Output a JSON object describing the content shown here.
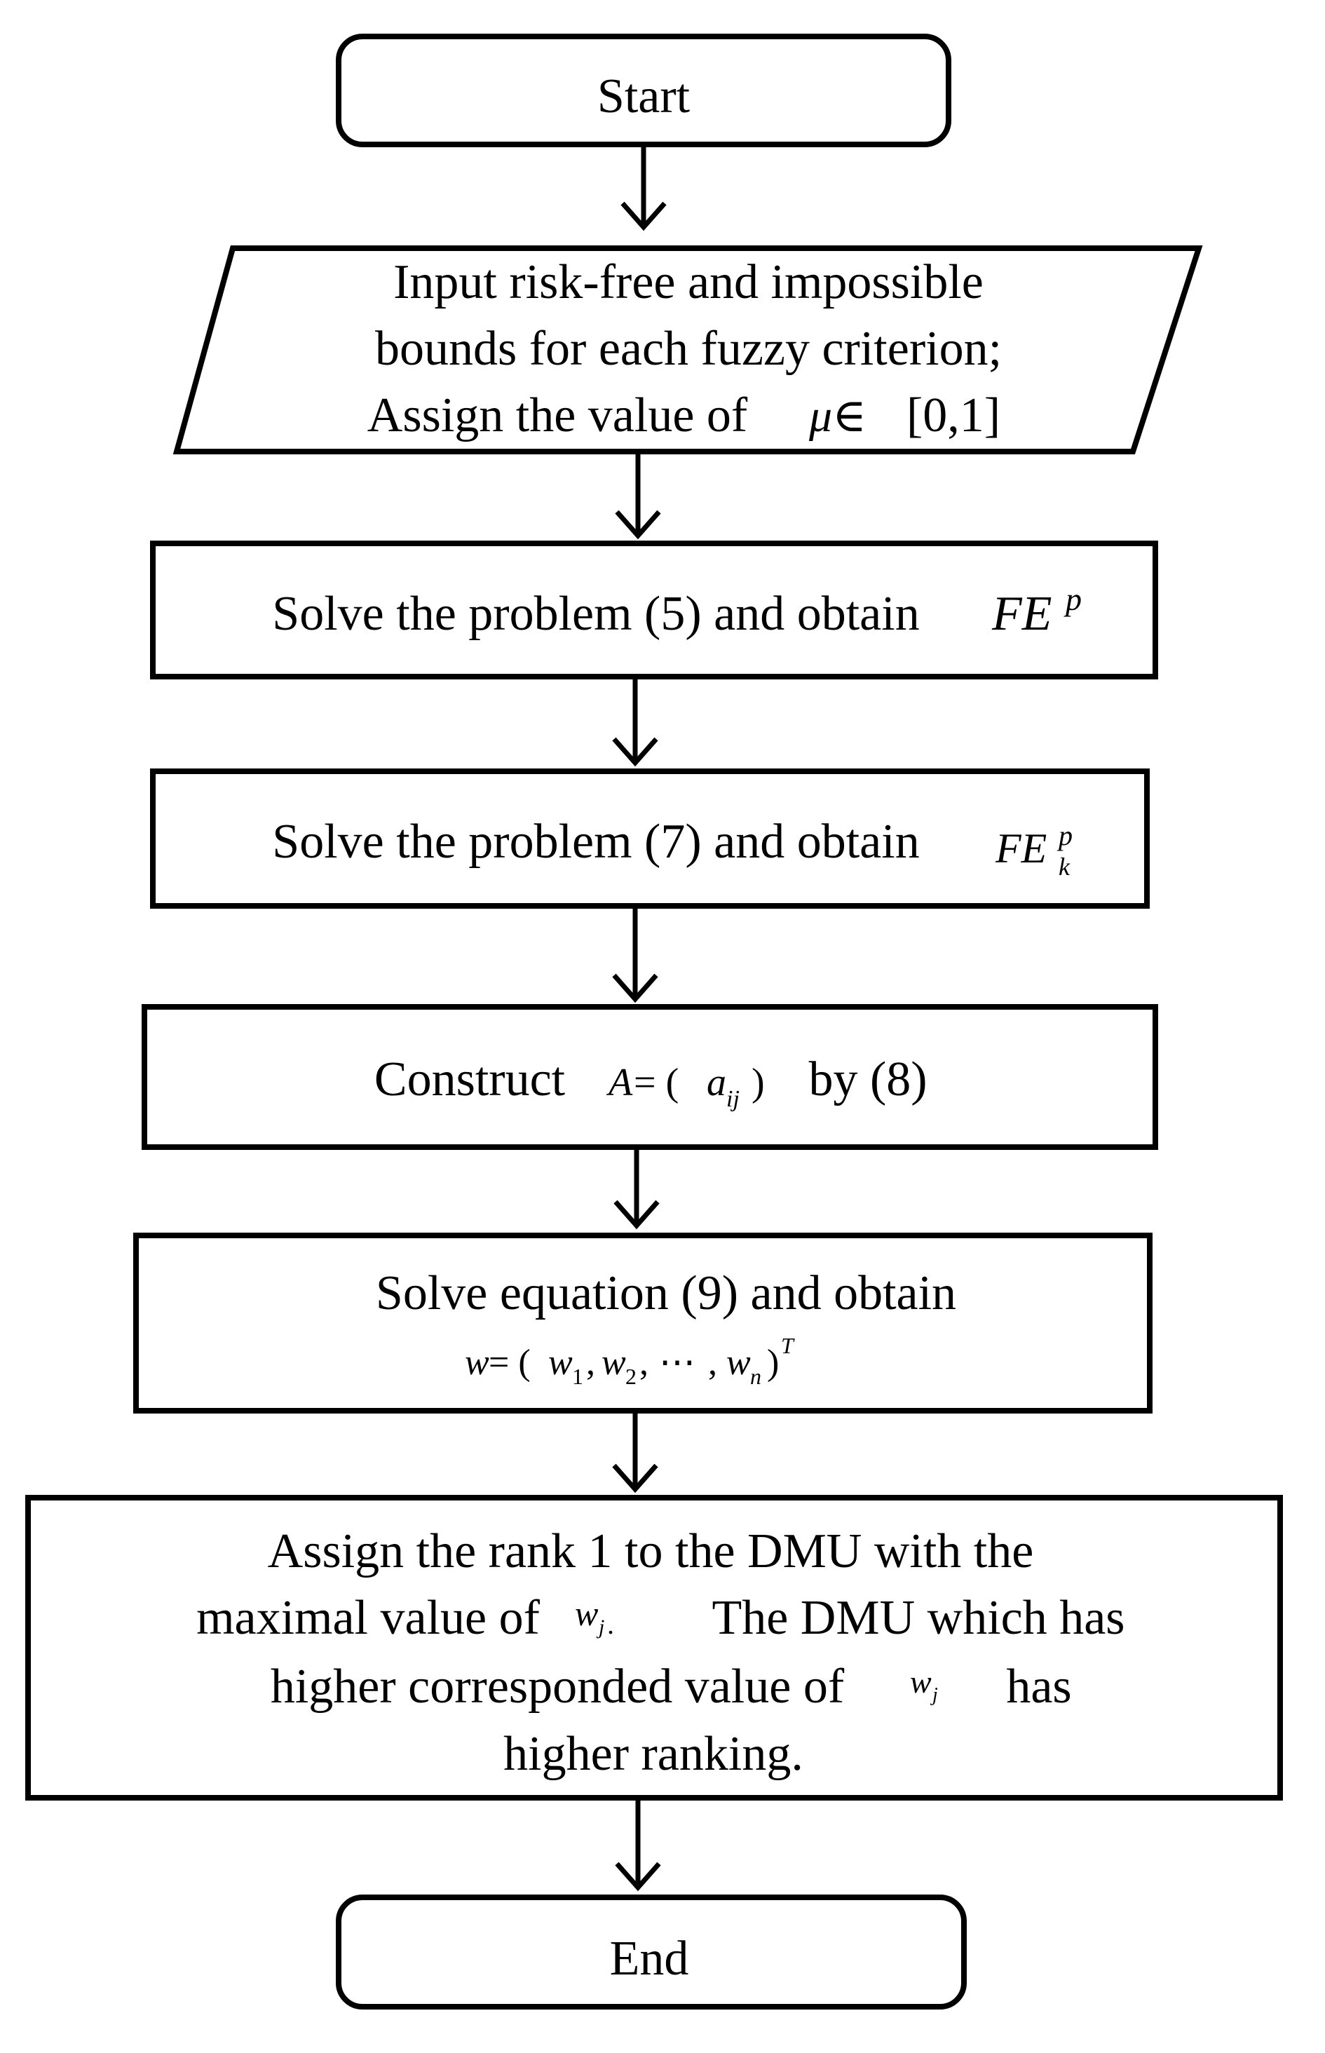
{
  "flowchart": {
    "start": "Start",
    "input": {
      "line1": "Input  risk-free and impossible",
      "line2": "bounds for each fuzzy criterion;",
      "line3_text": "Assign the value of",
      "line3_math": "μ∈",
      "line3_interval": "[0,1]"
    },
    "step1": {
      "text": "Solve the problem (5) and obtain",
      "math_base": "FE",
      "math_sup": "p"
    },
    "step2": {
      "text": "Solve the problem (7) and obtain",
      "math_base": "FE",
      "math_sup": "p",
      "math_sub": "k"
    },
    "step3": {
      "text_before": "Construct",
      "math_a": "A",
      "math_eq": " = (",
      "math_aij": "a",
      "math_ij": "ij",
      "math_close": ")",
      "text_after": "by (8)"
    },
    "step4": {
      "line1": "Solve equation (9) and obtain",
      "math_w": "w",
      "math_eq": " = (",
      "math_w1": "w",
      "sub1": "1",
      "math_w2": "w",
      "sub2": "2",
      "dots": "⋯",
      "math_wn": "w",
      "subn": "n",
      "close": ")",
      "sup_t": "T"
    },
    "step5": {
      "line1": "Assign the rank 1 to the DMU with the",
      "line2_a": "maximal  value  of",
      "line2_math": "w",
      "line2_sub": "j",
      "line2_b": "The DMU which has",
      "line3_a": "higher  corresponded value  of",
      "line3_math": "w",
      "line3_sub": "j",
      "line3_b": "has",
      "line4": "higher  ranking."
    },
    "end": "End"
  }
}
